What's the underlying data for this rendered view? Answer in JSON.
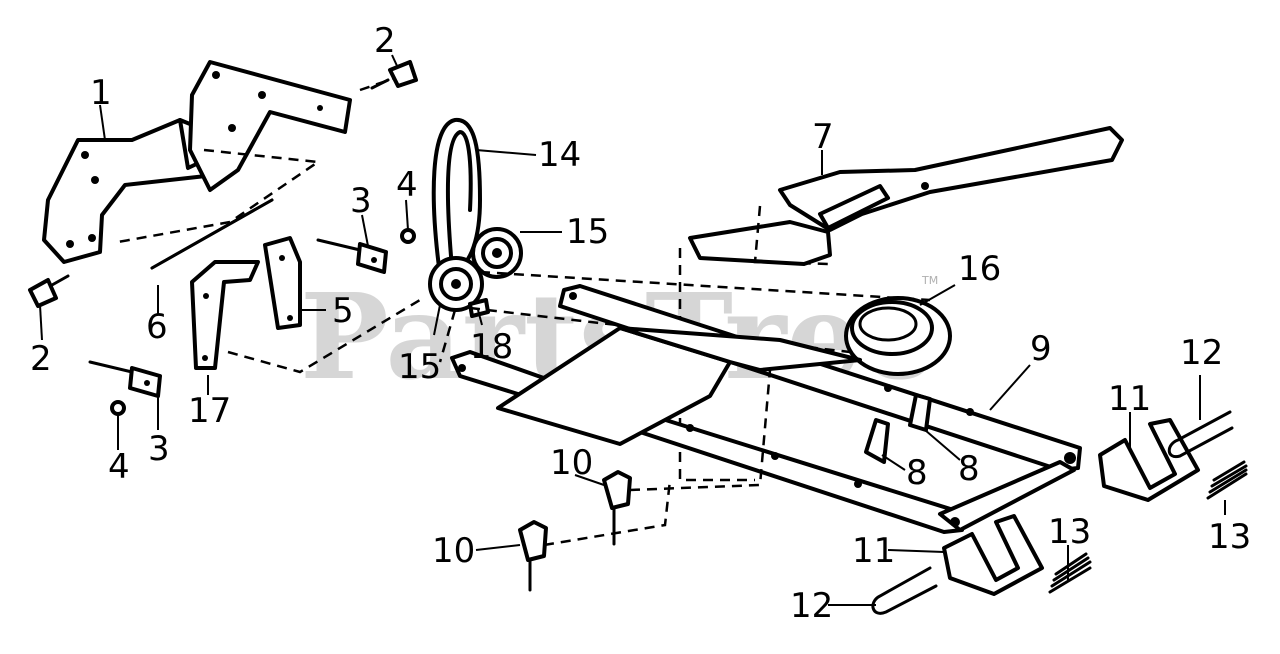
{
  "watermark": {
    "text": "PartsTree",
    "tm": "TM"
  },
  "callouts": {
    "c1": "1",
    "c2a": "2",
    "c2b": "2",
    "c3a": "3",
    "c3b": "3",
    "c4a": "4",
    "c4b": "4",
    "c5": "5",
    "c6": "6",
    "c7": "7",
    "c8a": "8",
    "c8b": "8",
    "c9": "9",
    "c10a": "10",
    "c10b": "10",
    "c11a": "11",
    "c11b": "11",
    "c12a": "12",
    "c12b": "12",
    "c13a": "13",
    "c13b": "13",
    "c14": "14",
    "c15a": "15",
    "c15b": "15",
    "c16": "16",
    "c17": "17",
    "c18": "18"
  }
}
